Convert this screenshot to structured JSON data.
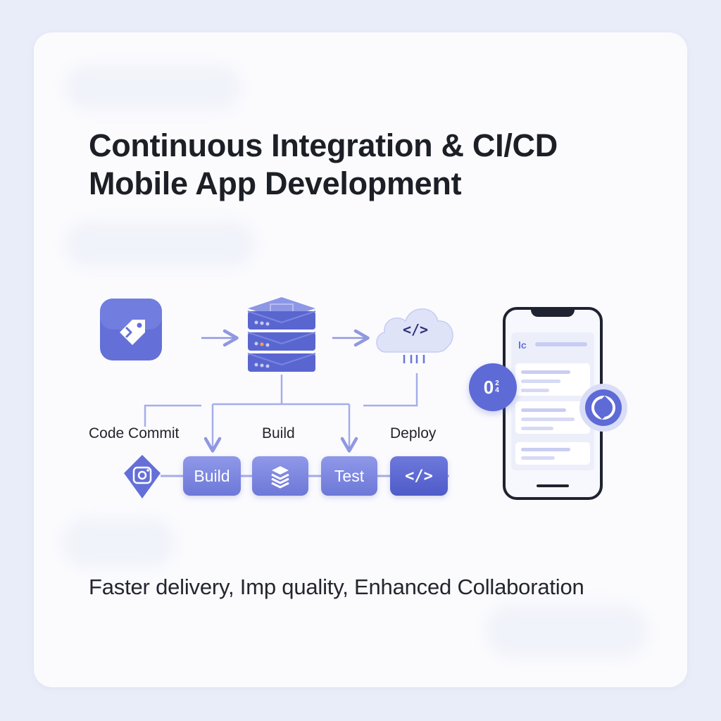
{
  "heading": {
    "line1": "Continuous Integration & CI/CD",
    "line2": "Mobile App Development"
  },
  "stages": {
    "code_commit": "Code Commit",
    "build": "Build",
    "deploy": "Deploy"
  },
  "pipeline": {
    "build": "Build",
    "test": "Test",
    "deploy_code": "</>"
  },
  "cloud_code": "</>",
  "phone": {
    "header_text": "lc",
    "badge_left_text": "0",
    "badge_left_small": "24"
  },
  "tagline": "Faster delivery, Imp quality, Enhanced Collaboration",
  "colors": {
    "accent": "#6d78d8",
    "accent_light": "#9aa3ec",
    "arrow": "#8f98e0",
    "text": "#1d1f26"
  }
}
